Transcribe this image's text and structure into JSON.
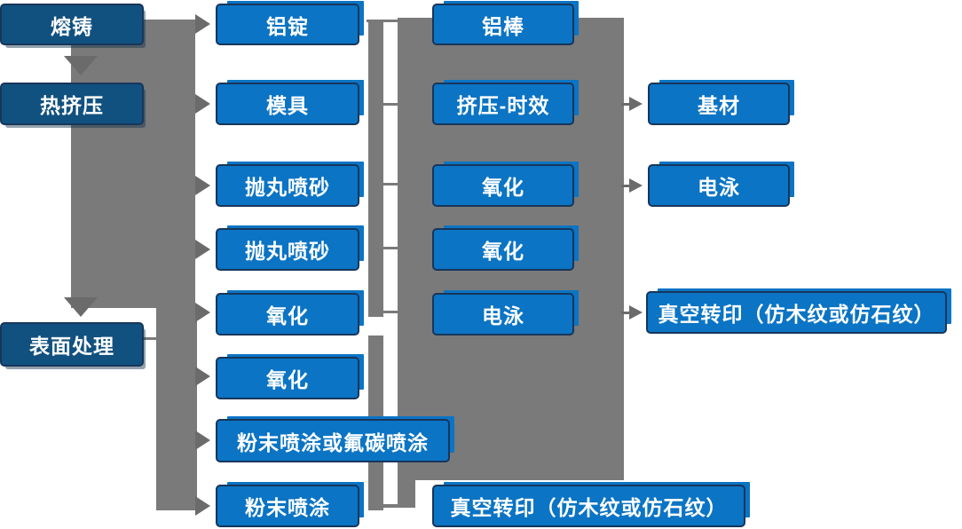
{
  "diagram": {
    "description": "aluminium-profile production flowchart",
    "colors": {
      "stage_fill": "#11517f",
      "process_fill": "#0b74c4",
      "node_border": "#17365a",
      "connector_gray": "#7a7a7a",
      "arrow_gray": "#6b6b6b",
      "text": "#ffffff",
      "background": "#ffffff"
    },
    "stages": [
      {
        "label": "熔铸"
      },
      {
        "label": "热挤压"
      },
      {
        "label": "表面处理"
      }
    ],
    "prep": [
      {
        "label": "铝锭"
      },
      {
        "label": "模具"
      },
      {
        "label": "抛丸喷砂"
      },
      {
        "label": "抛丸喷砂"
      },
      {
        "label": "氧化"
      },
      {
        "label": "氧化"
      },
      {
        "label": "粉末喷涂或氟碳喷涂"
      },
      {
        "label": "粉末喷涂"
      }
    ],
    "process": [
      {
        "label": "铝棒"
      },
      {
        "label": "挤压-时效"
      },
      {
        "label": "氧化"
      },
      {
        "label": "氧化"
      },
      {
        "label": "电泳"
      },
      {
        "label": "真空转印（仿木纹或仿石纹）"
      }
    ],
    "finish": [
      {
        "label": "基材"
      },
      {
        "label": "电泳"
      },
      {
        "label": "真空转印（仿木纹或仿石纹）"
      }
    ]
  }
}
